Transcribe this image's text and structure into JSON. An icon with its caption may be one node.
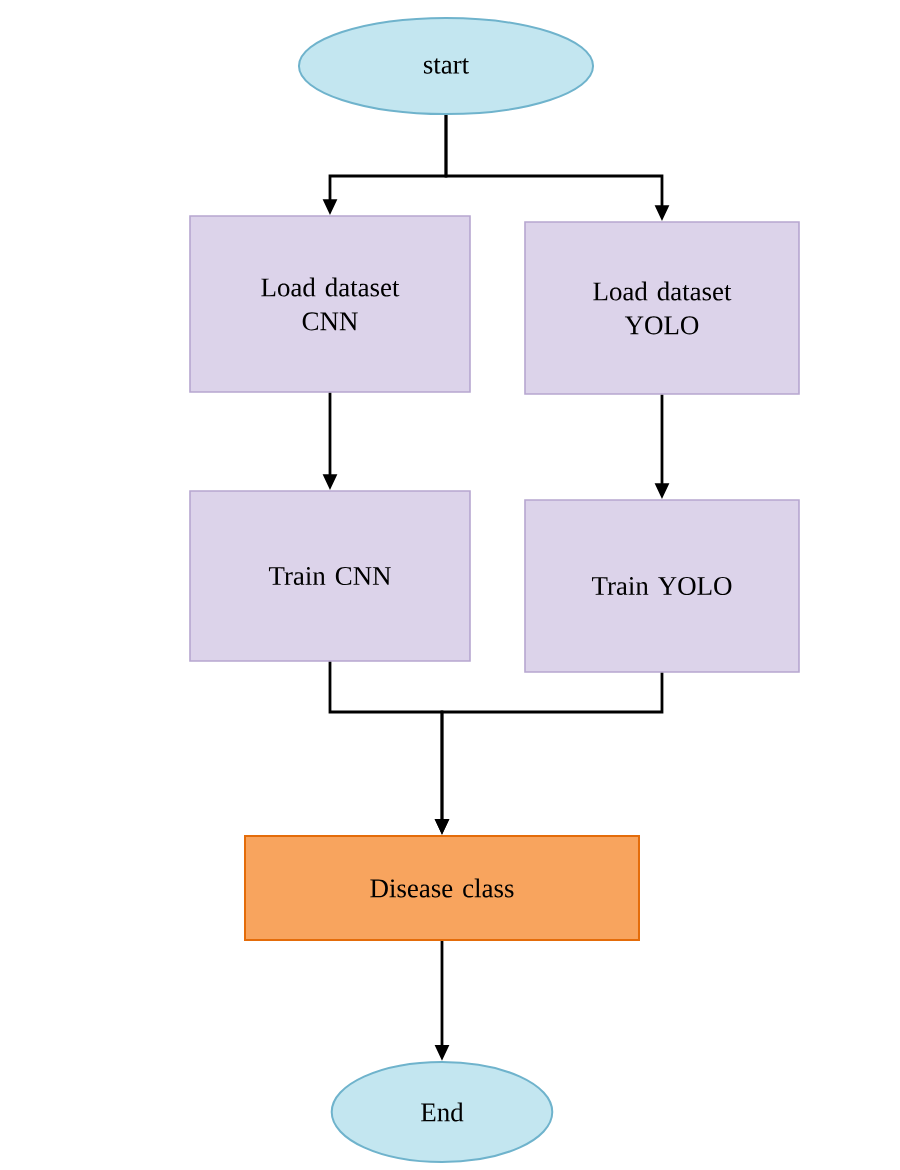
{
  "diagram": {
    "nodes": [
      {
        "text": [
          "start"
        ]
      },
      {
        "text": [
          "Load dataset CNN"
        ]
      },
      {
        "text": [
          "Load dataset YOLO"
        ]
      },
      {
        "text": [
          "Train CNN"
        ]
      },
      {
        "text": [
          "Train YOLO"
        ]
      },
      {
        "text": [
          "Disease class"
        ]
      },
      {
        "text": [
          "End"
        ]
      }
    ],
    "edges": [
      {
        "from": 0,
        "to": 1,
        "arrow": "to"
      },
      {
        "from": 0,
        "to": 2,
        "arrow": "to"
      },
      {
        "from": 1,
        "to": 3,
        "arrow": "to"
      },
      {
        "from": 2,
        "to": 4,
        "arrow": "to"
      },
      {
        "from": 3,
        "to": 5,
        "arrow": "to"
      },
      {
        "from": 4,
        "to": 5,
        "arrow": "to"
      },
      {
        "from": 5,
        "to": 6,
        "arrow": "to"
      }
    ]
  }
}
